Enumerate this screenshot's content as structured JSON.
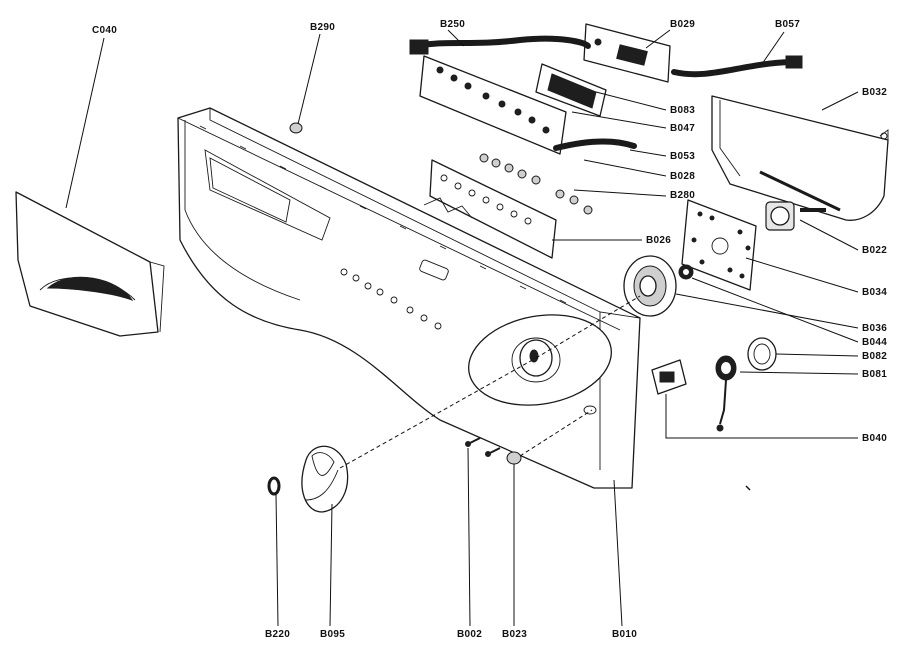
{
  "callouts": {
    "c040": "C040",
    "b290": "B290",
    "b250": "B250",
    "b029": "B029",
    "b057": "B057",
    "b032": "B032",
    "b083": "B083",
    "b047": "B047",
    "b053": "B053",
    "b028": "B028",
    "b280": "B280",
    "b026": "B026",
    "b022": "B022",
    "b034": "B034",
    "b036": "B036",
    "b044": "B044",
    "b082": "B082",
    "b081": "B081",
    "b040": "B040",
    "b220": "B220",
    "b095": "B095",
    "b002": "B002",
    "b023": "B023",
    "b010": "B010"
  }
}
